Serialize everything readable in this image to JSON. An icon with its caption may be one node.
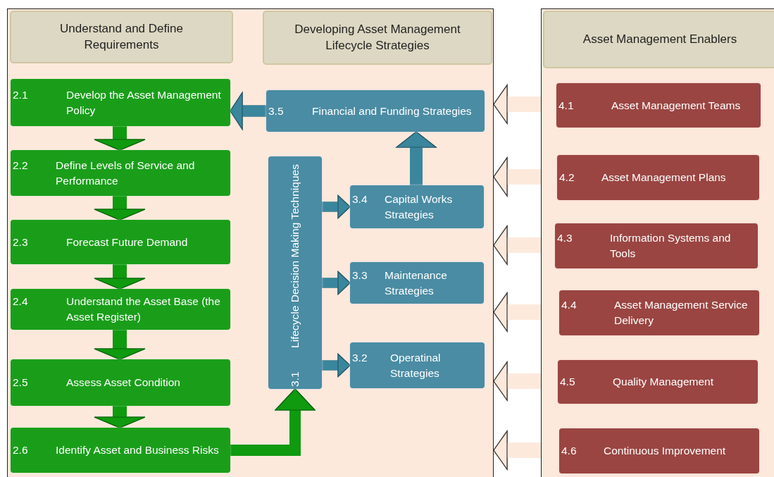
{
  "diagram": {
    "nodes": [
      {
        "text": [],
        "shape": "box"
      },
      {
        "text": [
          "Understand and Define Requirements"
        ],
        "in": 0
      },
      {
        "text": [
          "Developing Asset Management Lifecycle Strategies"
        ],
        "in": 0
      },
      {
        "text": [
          "2.1",
          "Develop the Asset Management Policy"
        ],
        "in": 0
      },
      {
        "text": [
          "2.2",
          "Define Levels of Service and Performance"
        ],
        "in": 0
      },
      {
        "text": [
          "2.3",
          "Forecast Future Demand"
        ],
        "in": 0
      },
      {
        "text": [
          "2.4",
          "Understand the Asset Base (the Asset Register)"
        ],
        "in": 0
      },
      {
        "text": [
          "2.5",
          "Assess Asset Condition"
        ],
        "in": 0
      },
      {
        "text": [
          "2.6",
          "Identify Asset and  Business Risks"
        ],
        "in": 0
      },
      {
        "text": [
          "3.5",
          "Financial and Funding Strategies"
        ],
        "in": 0
      },
      {
        "text": [
          "3.1",
          "Lifecycle Decision Making Techniques"
        ],
        "in": 0
      },
      {
        "text": [
          "3.4",
          "Capital Works Strategies"
        ],
        "in": 0
      },
      {
        "text": [
          "3.3",
          "Maintenance Strategies"
        ],
        "in": 0
      },
      {
        "text": [
          "3.2",
          "Operatinal Strategies"
        ],
        "in": 0
      },
      {
        "text": [],
        "shape": "box"
      },
      {
        "text": [
          "Asset Management Enablers"
        ],
        "in": 14
      },
      {
        "text": [
          "4.1",
          "Asset Management Teams"
        ],
        "in": 14
      },
      {
        "text": [
          "4.2",
          "Asset Management Plans"
        ],
        "in": 14
      },
      {
        "text": [
          "4.3",
          "Information Systems and Tools"
        ],
        "in": 14
      },
      {
        "text": [
          "4.4",
          "Asset Management Service Delivery"
        ],
        "in": 14
      },
      {
        "text": [
          "4.5",
          "Quality   Management"
        ],
        "in": 14
      },
      {
        "text": [
          "4.6",
          "Continuous Improvement"
        ],
        "in": 14
      }
    ],
    "edges": [
      {
        "from": 3,
        "to": 4,
        "arrow": "to",
        "color": "#0f9a0f"
      },
      {
        "from": 4,
        "to": 5,
        "arrow": "to",
        "color": "#0f9a0f"
      },
      {
        "from": 5,
        "to": 6,
        "arrow": "to",
        "color": "#0f9a0f"
      },
      {
        "from": 6,
        "to": 7,
        "arrow": "to",
        "color": "#0f9a0f"
      },
      {
        "from": 7,
        "to": 8,
        "arrow": "to",
        "color": "#0f9a0f"
      },
      {
        "from": 8,
        "to": 10,
        "arrow": "to",
        "color": "#0f9a0f"
      },
      {
        "from": 10,
        "to": 11,
        "arrow": "to",
        "color": "#3a869c"
      },
      {
        "from": 10,
        "to": 12,
        "arrow": "to",
        "color": "#3a869c"
      },
      {
        "from": 10,
        "to": 13,
        "arrow": "to",
        "color": "#3a869c"
      },
      {
        "from": 11,
        "to": 9,
        "arrow": "to",
        "color": "#3a869c"
      },
      {
        "from": 9,
        "to": 3,
        "arrow": "to",
        "color": "#3a869c"
      },
      {
        "from": 14,
        "to": 0,
        "arrow": "to",
        "color": "#fde9dc"
      },
      {
        "from": 14,
        "to": 0,
        "arrow": "to",
        "color": "#fde9dc"
      },
      {
        "from": 14,
        "to": 0,
        "arrow": "to",
        "color": "#fde9dc"
      },
      {
        "from": 14,
        "to": 0,
        "arrow": "to",
        "color": "#fde9dc"
      },
      {
        "from": 14,
        "to": 0,
        "arrow": "to",
        "color": "#fde9dc"
      },
      {
        "from": 14,
        "to": 0,
        "arrow": "to",
        "color": "#fde9dc"
      }
    ]
  }
}
